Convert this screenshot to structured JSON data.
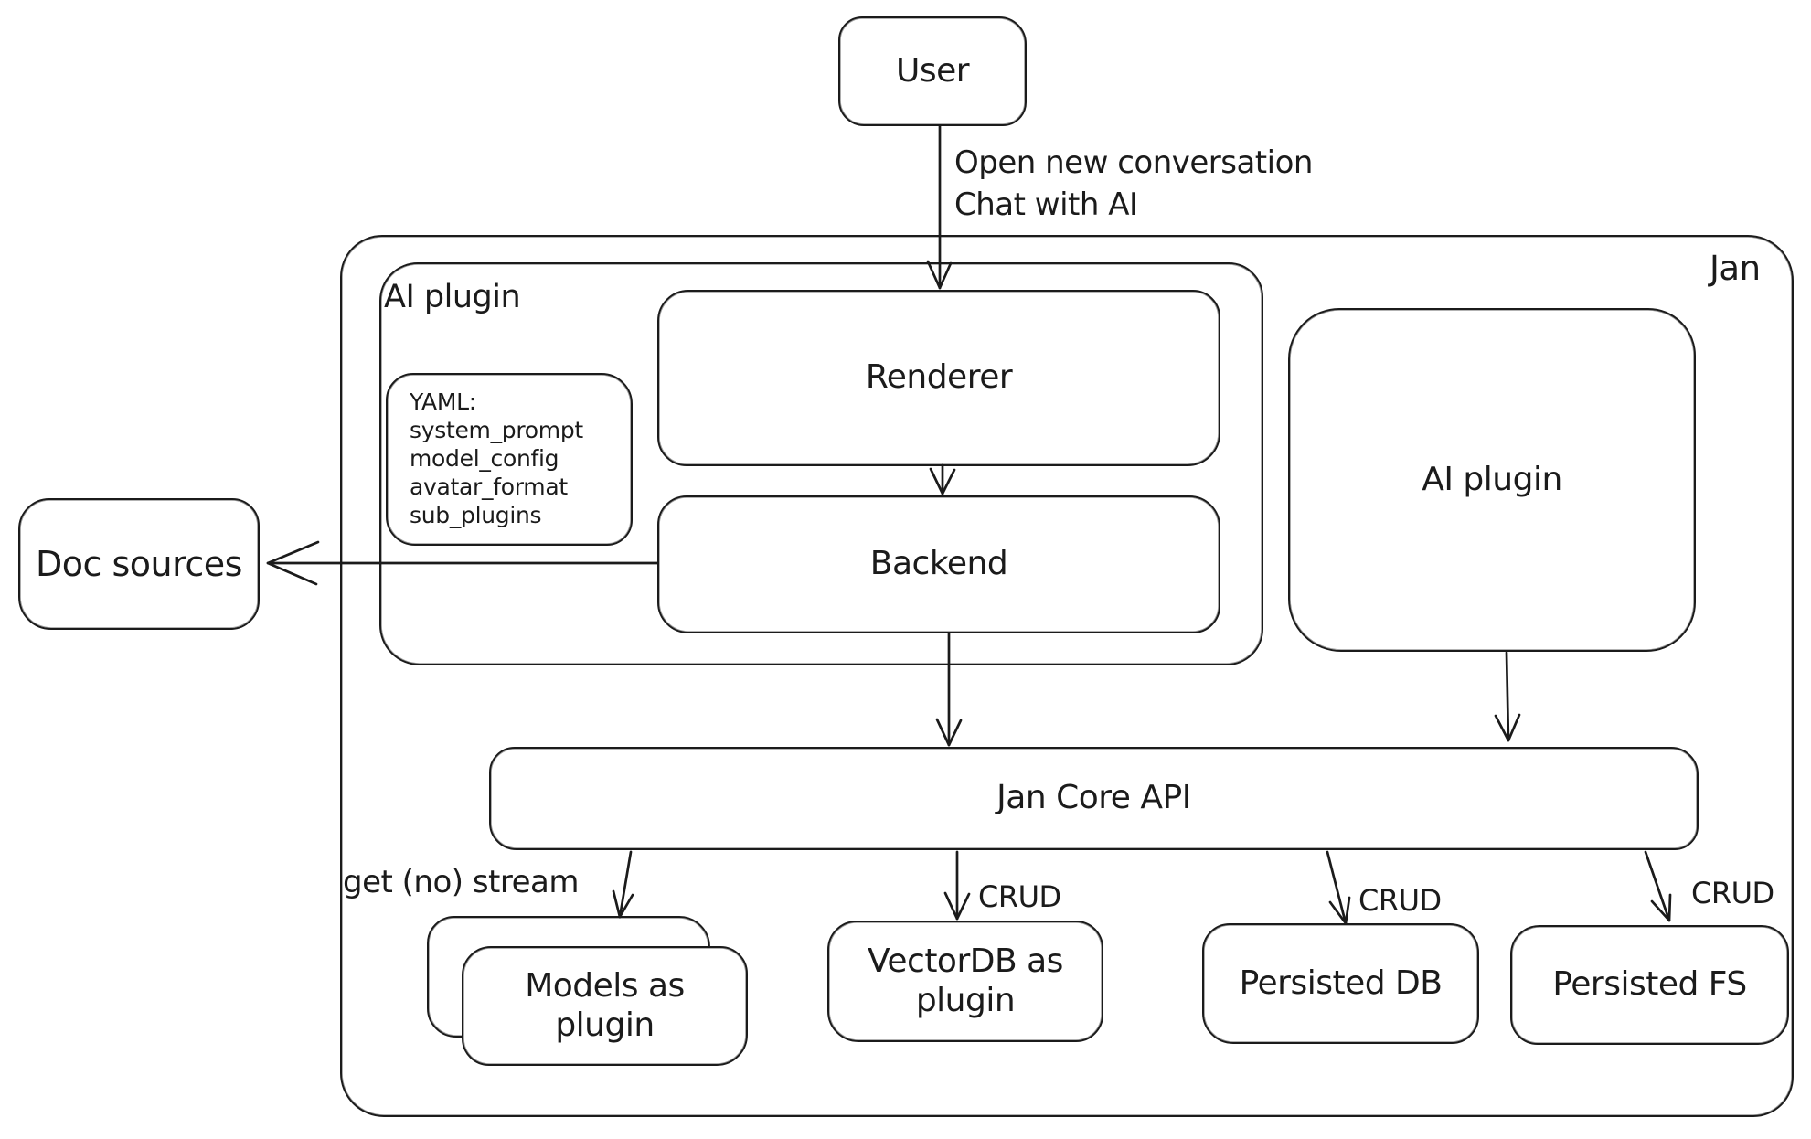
{
  "colors": {
    "stroke": "#1b1b1b",
    "background": "#ffffff"
  },
  "diagram": {
    "outer_container_label": "Jan",
    "nodes": {
      "user": {
        "label": "User"
      },
      "ai_plugin_left": {
        "label": "AI plugin"
      },
      "yaml_note": {
        "lines": [
          "YAML:",
          "system_prompt",
          "model_config",
          "avatar_format",
          "sub_plugins"
        ]
      },
      "renderer": {
        "label": "Renderer"
      },
      "backend": {
        "label": "Backend"
      },
      "ai_plugin_right": {
        "label": "AI plugin"
      },
      "doc_sources": {
        "label": "Doc sources"
      },
      "jan_core_api": {
        "label": "Jan Core API"
      },
      "models_plugin": {
        "label": "Models as plugin"
      },
      "vectordb_plugin": {
        "label": "VectorDB as plugin"
      },
      "persisted_db": {
        "label": "Persisted DB"
      },
      "persisted_fs": {
        "label": "Persisted FS"
      }
    },
    "edge_labels": {
      "user_flow_line1": "Open new conversation",
      "user_flow_line2": "Chat with AI",
      "models_edge": "get (no) stream",
      "vectordb_edge": "CRUD",
      "persisted_db_edge": "CRUD",
      "persisted_fs_edge": "CRUD"
    }
  }
}
